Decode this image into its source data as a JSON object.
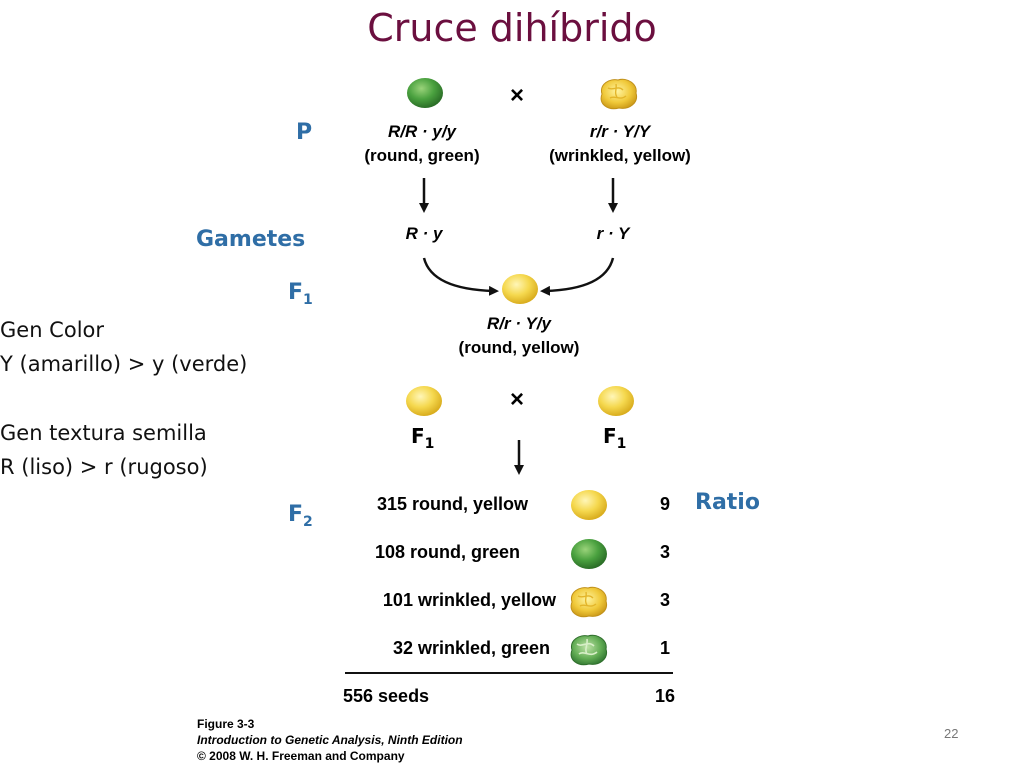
{
  "title": "Cruce dihíbrido",
  "notes": {
    "color_heading": "Gen Color",
    "color_rule": "Y (amarillo) > y (verde)",
    "texture_heading": "Gen textura semilla",
    "texture_rule": "R (liso) > r (rugoso)"
  },
  "labels": {
    "p": "P",
    "gametes": "Gametes",
    "f1_letter": "F",
    "f1_sub": "1",
    "f2_letter": "F",
    "f2_sub": "2",
    "ratio": "Ratio"
  },
  "cross_symbol": "×",
  "parents": {
    "left": {
      "genotype": "R/R · y/y",
      "phenotype": "(round, green)",
      "pea": "round-green"
    },
    "right": {
      "genotype": "r/r · Y/Y",
      "phenotype": "(wrinkled, yellow)",
      "pea": "wrinkled-yellow"
    }
  },
  "gametes": {
    "left": "R · y",
    "right": "r · Y"
  },
  "f1": {
    "genotype": "R/r  · Y/y",
    "phenotype": "(round, yellow)"
  },
  "f1_self_cross": {
    "left_label_letter": "F",
    "left_label_sub": "1",
    "right_label_letter": "F",
    "right_label_sub": "1"
  },
  "f2_rows": [
    {
      "label": "315 round, yellow",
      "ratio": "9",
      "pea": "round-yellow"
    },
    {
      "label": "108 round, green",
      "ratio": "3",
      "pea": "round-green"
    },
    {
      "label": "101 wrinkled, yellow",
      "ratio": "3",
      "pea": "wrinkled-yellow"
    },
    {
      "label": "32 wrinkled, green",
      "ratio": "1",
      "pea": "wrinkled-green"
    }
  ],
  "total": {
    "label": "556 seeds",
    "ratio": "16"
  },
  "caption": {
    "figure": "Figure 3-3",
    "book": "Introduction to Genetic Analysis, Ninth Edition",
    "copyright": "© 2008 W. H. Freeman and Company"
  },
  "page_number": "22",
  "colors": {
    "title": "#6b0f3f",
    "label_blue": "#2f6ea6",
    "pea_green": "#3f9a3a",
    "pea_yellow": "#f2d24a"
  }
}
